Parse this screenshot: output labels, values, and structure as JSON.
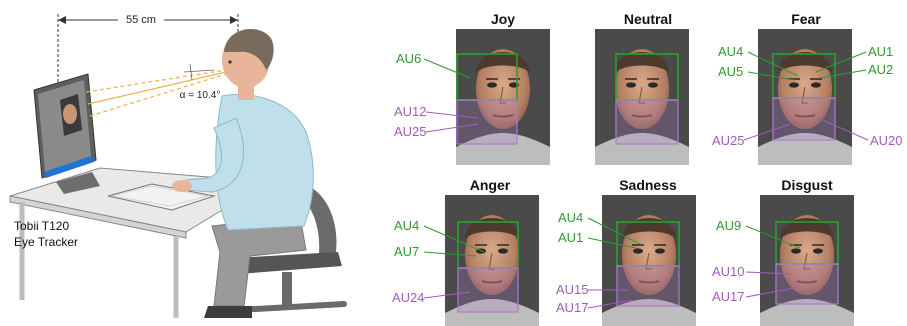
{
  "setup": {
    "distance_label": "55 cm",
    "angle_label": "α = 10.4°",
    "tracker_line1": "Tobii T120",
    "tracker_line2": "Eye Tracker"
  },
  "panels": [
    {
      "title": "Joy",
      "upper_labels": [
        "AU6"
      ],
      "lower_labels": [
        "AU12",
        "AU25"
      ]
    },
    {
      "title": "Neutral",
      "upper_labels": [],
      "lower_labels": []
    },
    {
      "title": "Fear",
      "upper_labels": [
        "AU4",
        "AU5",
        "AU1",
        "AU2"
      ],
      "lower_labels": [
        "AU25",
        "AU20"
      ]
    },
    {
      "title": "Anger",
      "upper_labels": [
        "AU4",
        "AU7"
      ],
      "lower_labels": [
        "AU24"
      ]
    },
    {
      "title": "Sadness",
      "upper_labels": [
        "AU4",
        "AU1"
      ],
      "lower_labels": [
        "AU15",
        "AU17"
      ]
    },
    {
      "title": "Disgust",
      "upper_labels": [
        "AU9"
      ],
      "lower_labels": [
        "AU10",
        "AU17"
      ]
    }
  ],
  "colors": {
    "upper_au": "#2f9a2f",
    "lower_au": "#a35bbf",
    "upper_box": "#2aa12a",
    "lower_box": "#b07ad0",
    "face_bg": "#4a4a4a",
    "gaze_lines": "#f0b050",
    "shirt": "#bfe0ea",
    "pants": "#9a9a9a",
    "monitor_accent": "#1e73d8"
  },
  "icons": {
    "monitor": "monitor-icon",
    "person": "seated-person-illustration",
    "face": "face-photo"
  }
}
